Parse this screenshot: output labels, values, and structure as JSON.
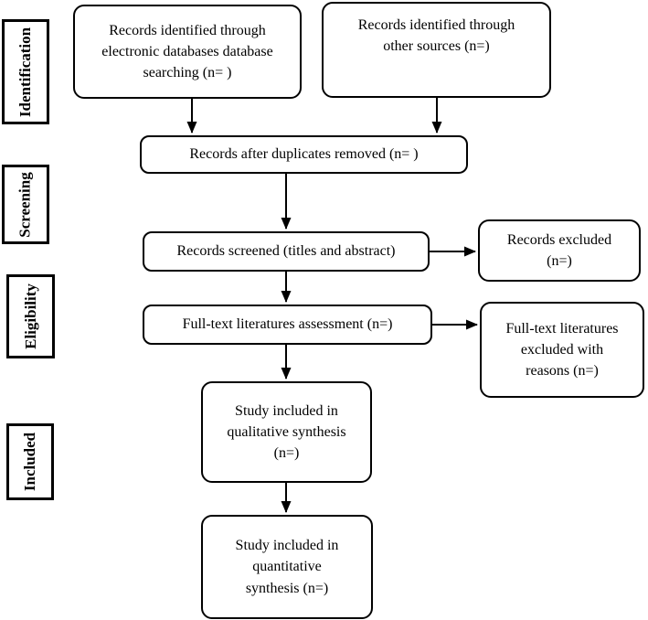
{
  "stages": [
    {
      "label": "Identification"
    },
    {
      "label": "Screening"
    },
    {
      "label": "Eligibility"
    },
    {
      "label": "Included"
    }
  ],
  "boxes": {
    "identified_databases": "Records identified through\nelectronic databases database\nsearching (n= )",
    "identified_other": "Records identified through\nother sources (n=)",
    "after_duplicates": "Records after duplicates removed (n= )",
    "screened": "Records screened (titles and abstract)",
    "records_excluded": "Records excluded\n(n=)",
    "fulltext_assessment": "Full-text literatures assessment (n=)",
    "fulltext_excluded": "Full-text literatures\nexcluded with\nreasons (n=)",
    "qualitative_synthesis": "Study included in\nqualitative synthesis\n(n=)",
    "quantitative_synthesis": "Study included in\nquantitative\nsynthesis (n=)"
  },
  "colors": {
    "border": "#000000",
    "background": "#ffffff",
    "text": "#000000"
  }
}
